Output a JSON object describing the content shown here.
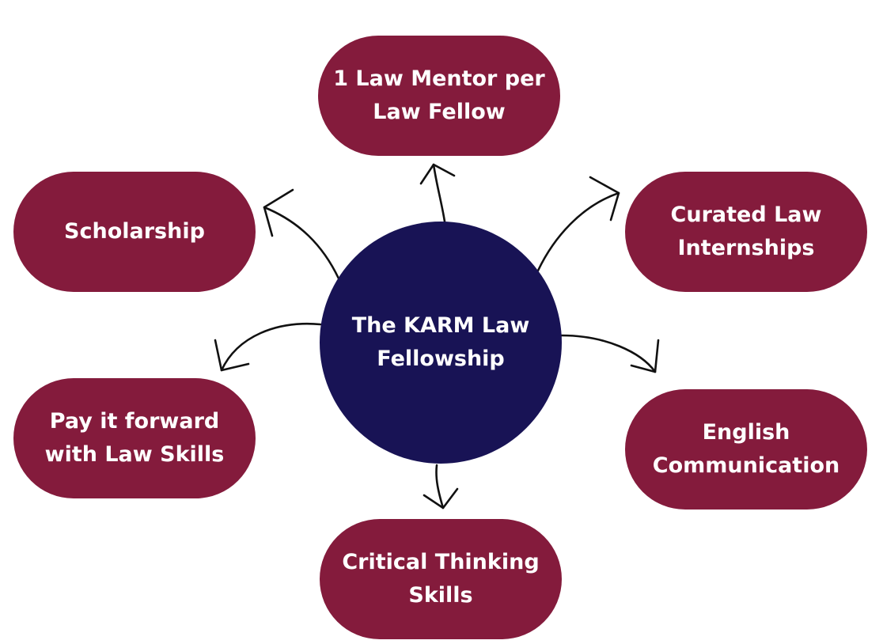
{
  "colors": {
    "hub": "#181355",
    "node": "#841b3c",
    "arrow": "#111111",
    "text": "#ffffff"
  },
  "hub": {
    "label": "The KARM Law Fellowship"
  },
  "nodes": [
    {
      "id": "top",
      "label": "1 Law Mentor per Law Fellow"
    },
    {
      "id": "top-right",
      "label": "Curated Law Internships"
    },
    {
      "id": "left",
      "label": "Scholarship"
    },
    {
      "id": "bottom-left",
      "label": "Pay it forward with Law Skills"
    },
    {
      "id": "bottom-right",
      "label": "English Communication"
    },
    {
      "id": "bottom",
      "label": "Critical Thinking Skills"
    }
  ]
}
